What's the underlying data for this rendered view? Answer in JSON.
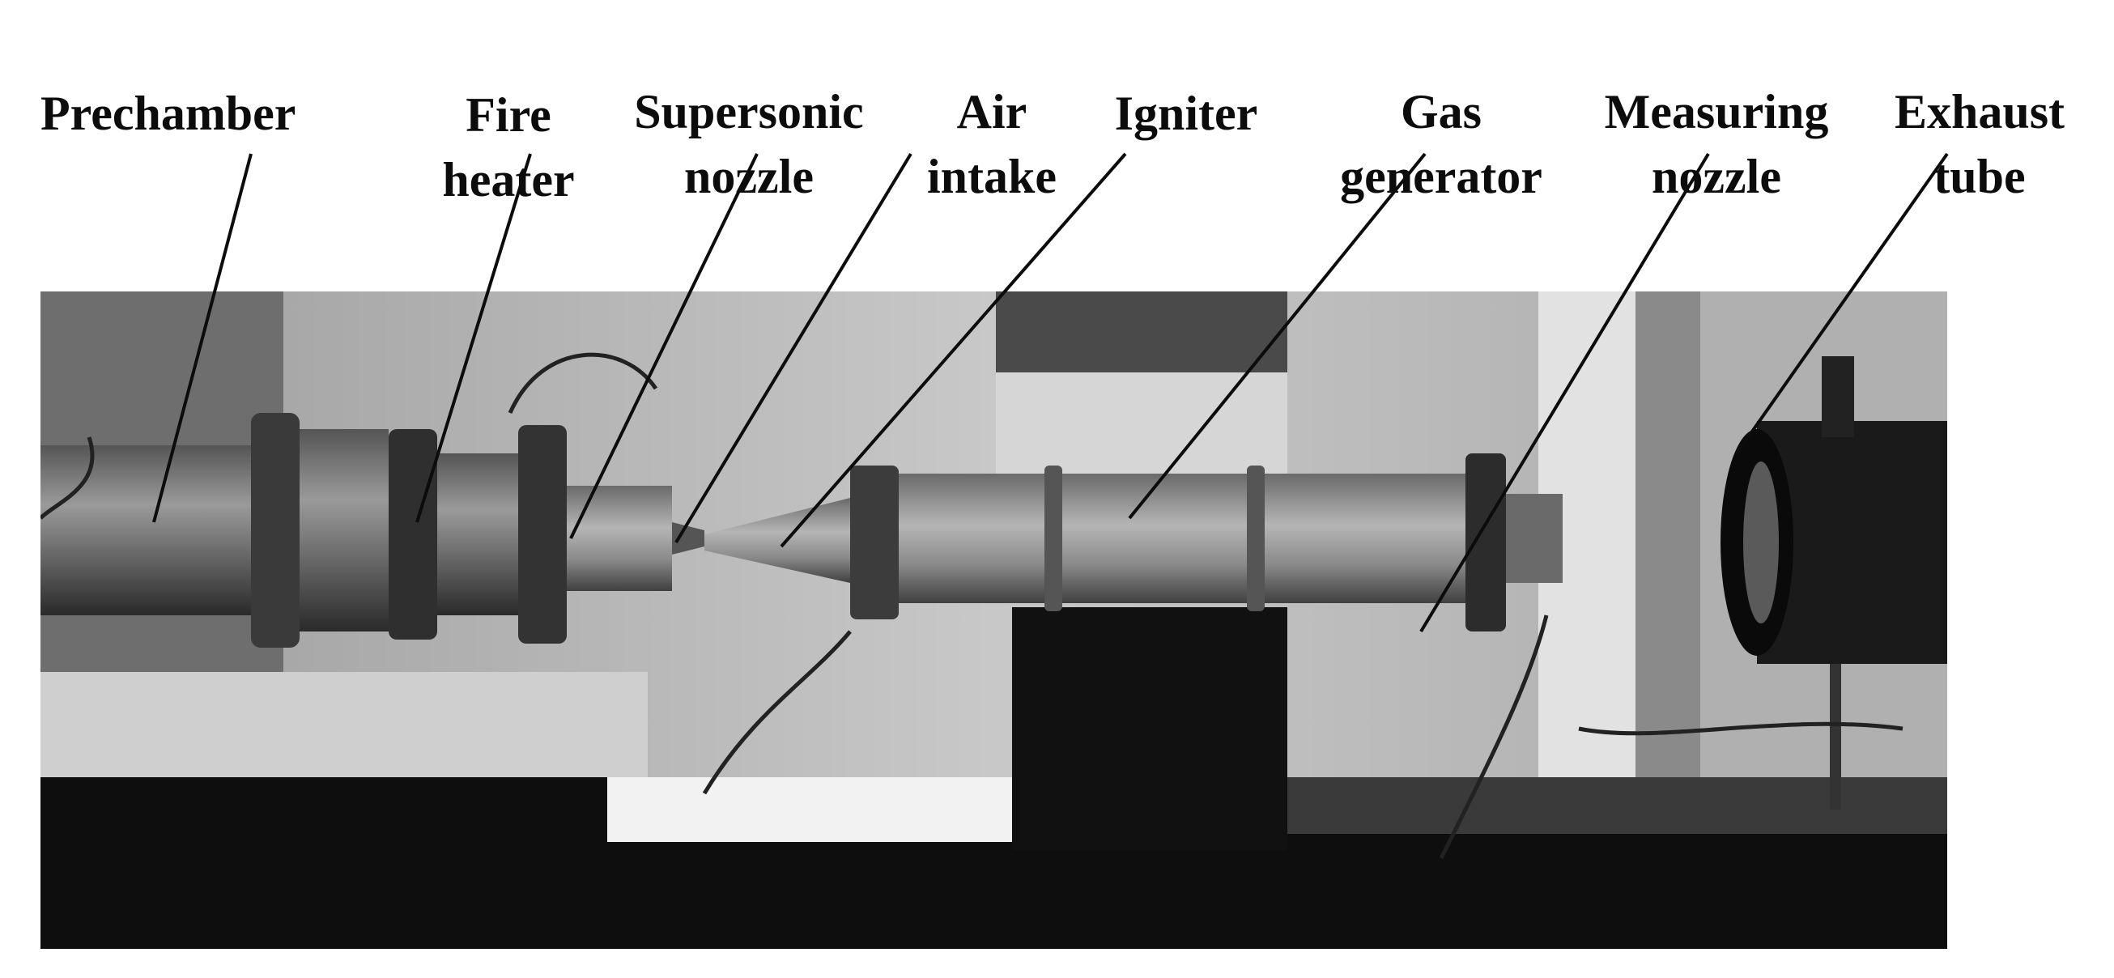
{
  "labels": {
    "prechamber": "Prechamber",
    "fire_heater": "Fire\nheater",
    "supersonic_nozzle": "Supersonic\nnozzle",
    "air_intake": "Air\nintake",
    "igniter": "Igniter",
    "gas_generator": "Gas\ngenerator",
    "measuring_nozzle": "Measuring\nnozzle",
    "exhaust_tube": "Exhaust\ntube"
  }
}
